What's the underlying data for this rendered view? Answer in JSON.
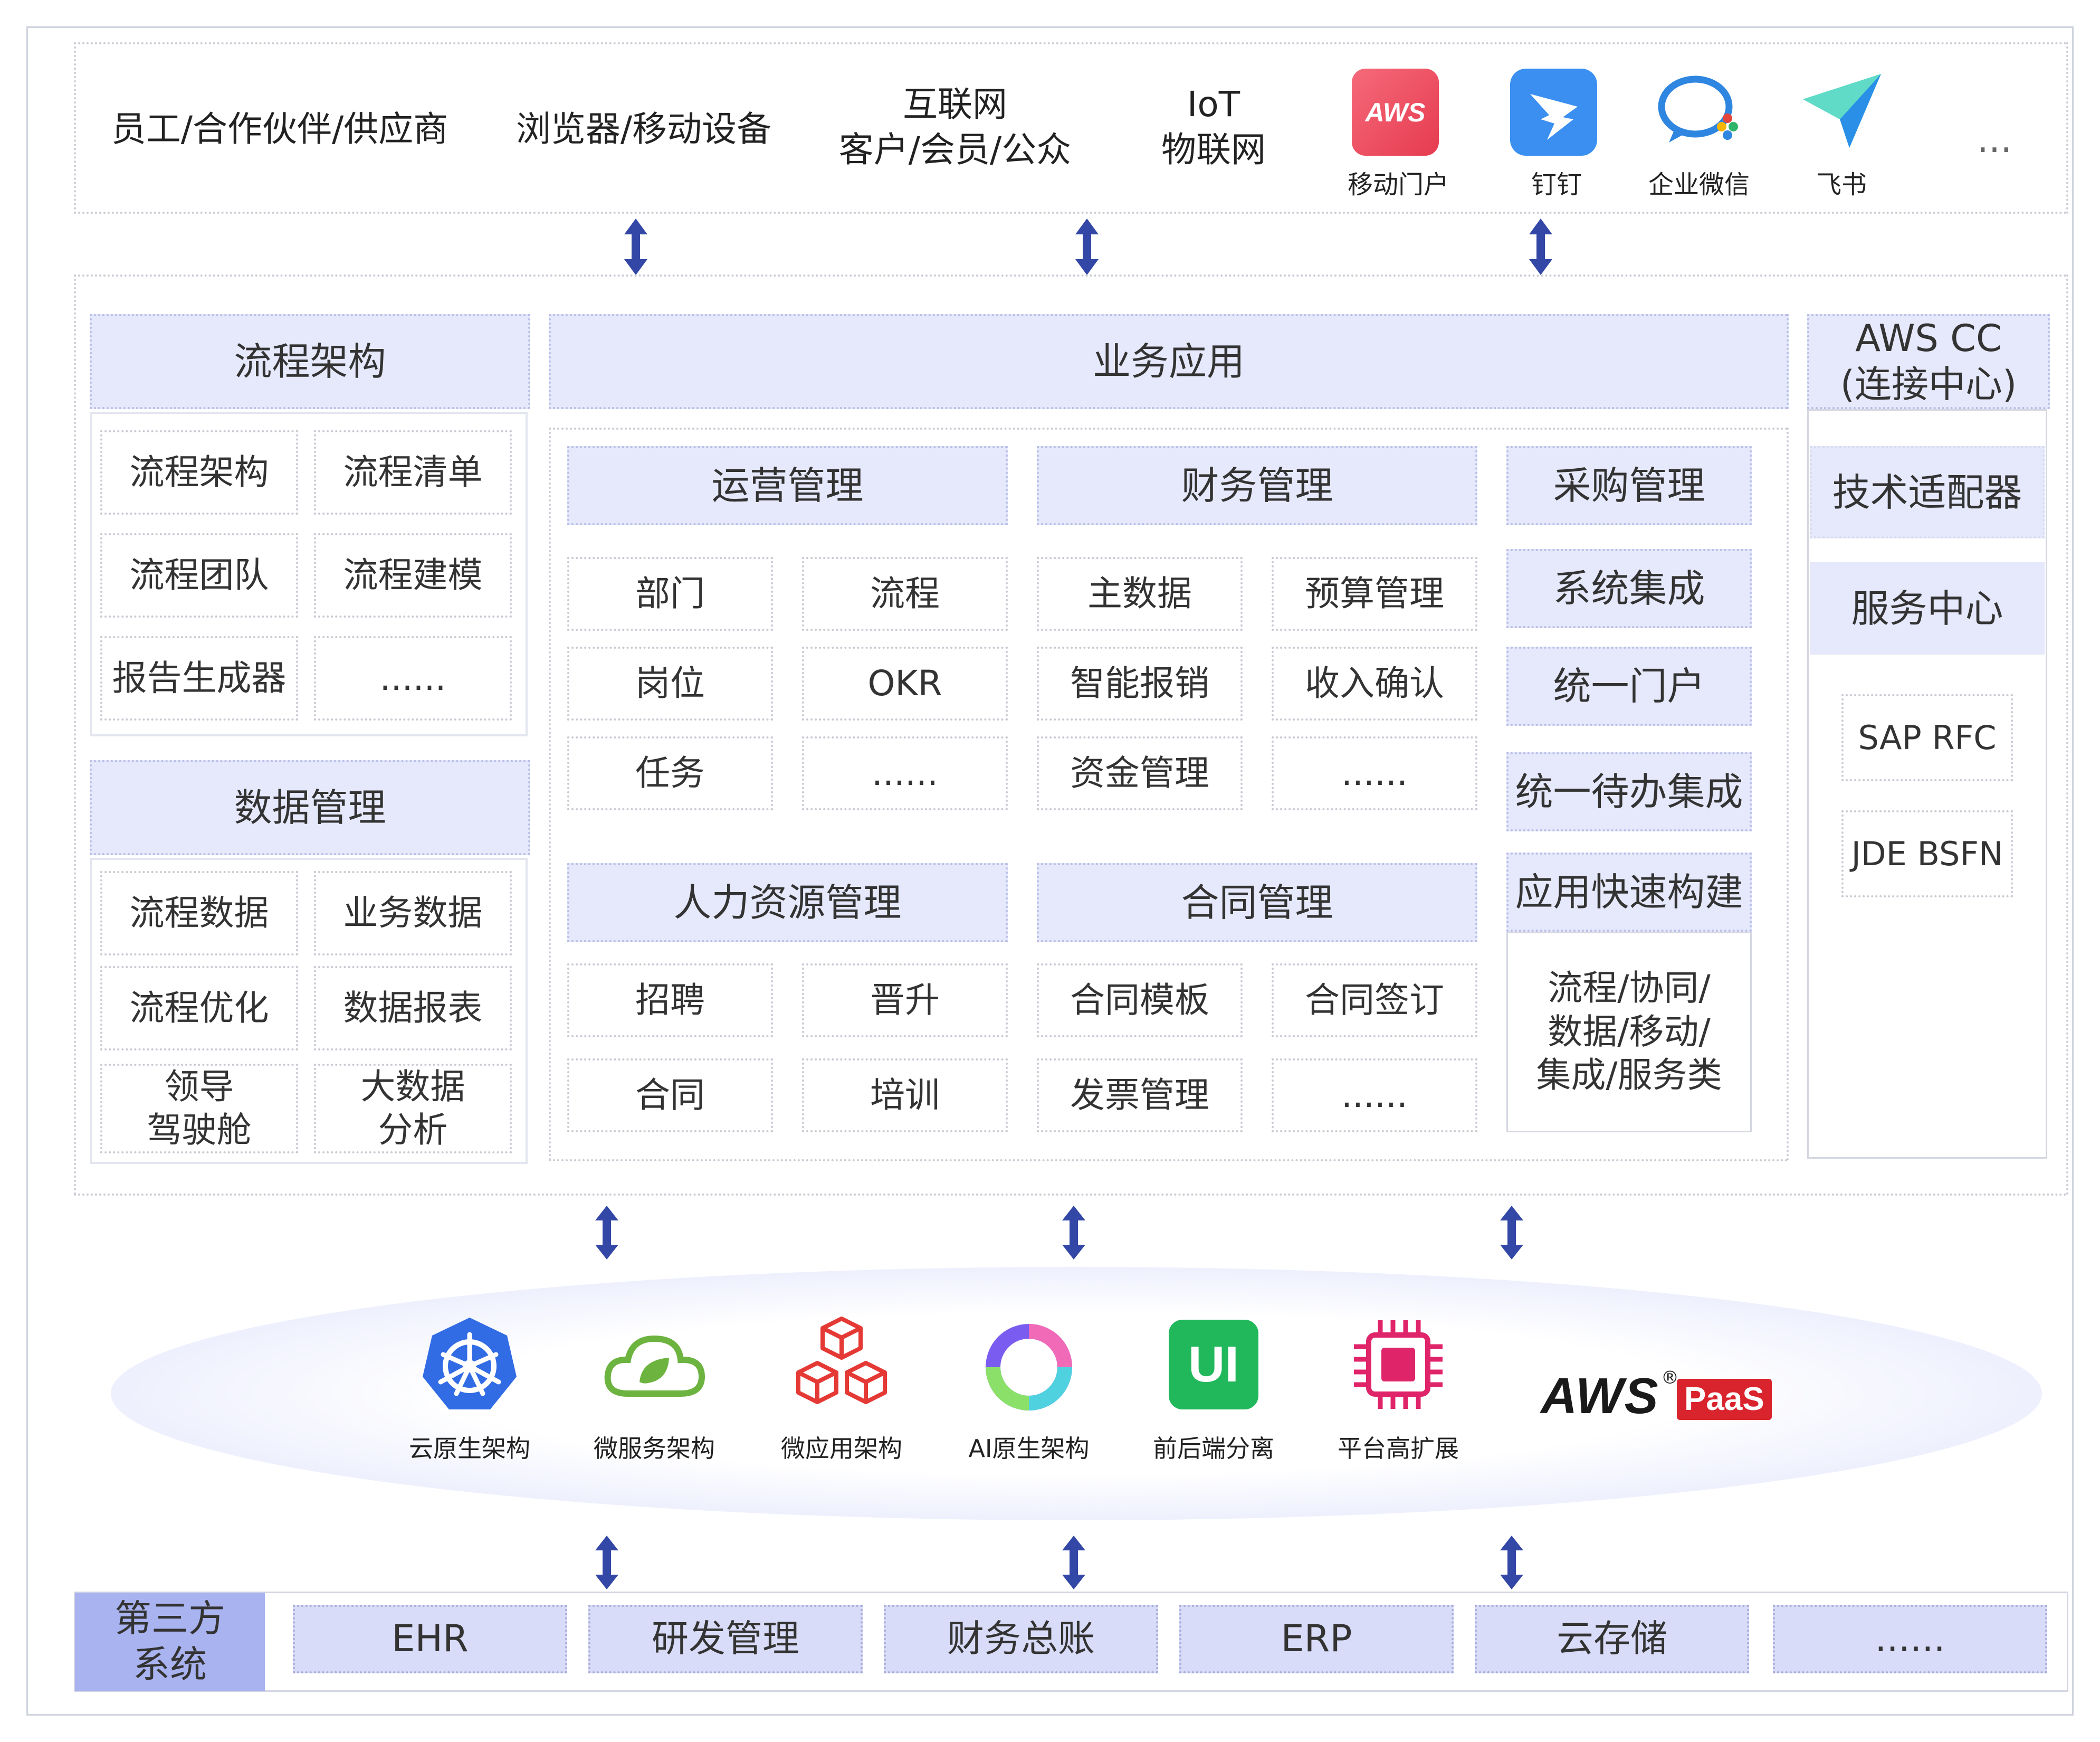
{
  "colors": {
    "header_bg": "#e6e9fb",
    "arrow": "#3347a6",
    "third_party_bg": "#a9b3ef",
    "bottom_cell_bg": "#d9dcf8",
    "paas_red": "#d9232d"
  },
  "access": {
    "items": [
      "员工/合作伙伴/供应商",
      "浏览器/移动设备"
    ],
    "internet": [
      "互联网",
      "客户/会员/公众"
    ],
    "iot": [
      "IoT",
      "物联网"
    ],
    "apps": [
      {
        "icon": "aws-logo-icon",
        "badge": "AWS",
        "label": "移动门户"
      },
      {
        "icon": "dingtalk-icon",
        "label": "钉钉"
      },
      {
        "icon": "wecom-icon",
        "label": "企业微信"
      },
      {
        "icon": "feishu-icon",
        "label": "飞书"
      }
    ],
    "more": "..."
  },
  "process": {
    "title": "流程架构",
    "cells": [
      "流程架构",
      "流程清单",
      "流程团队",
      "流程建模",
      "报告生成器",
      "......"
    ]
  },
  "data_mgmt": {
    "title": "数据管理",
    "cells": [
      "流程数据",
      "业务数据",
      "流程优化",
      "数据报表",
      "领导\n驾驶舱",
      "大数据\n分析"
    ]
  },
  "business": {
    "title": "业务应用",
    "ops": {
      "title": "运营管理",
      "cells": [
        "部门",
        "流程",
        "岗位",
        "OKR",
        "任务",
        "......"
      ]
    },
    "finance": {
      "title": "财务管理",
      "cells": [
        "主数据",
        "预算管理",
        "智能报销",
        "收入确认",
        "资金管理",
        "......"
      ]
    },
    "hr": {
      "title": "人力资源管理",
      "cells": [
        "招聘",
        "晋升",
        "合同",
        "培训"
      ]
    },
    "contract": {
      "title": "合同管理",
      "cells": [
        "合同模板",
        "合同签订",
        "发票管理",
        "......"
      ]
    },
    "right": {
      "items": [
        "采购管理",
        "系统集成",
        "统一门户",
        "统一待办集成"
      ],
      "quick_build": "应用快速构建",
      "quick_desc": "流程/协同/\n数据/移动/\n集成/服务类"
    }
  },
  "awscc": {
    "title": "AWS CC\n(连接中心)",
    "adapter": "技术适配器",
    "service": "服务中心",
    "items": [
      "SAP RFC",
      "JDE BSFN"
    ]
  },
  "platform": {
    "techs": [
      {
        "icon": "kubernetes-icon",
        "label": "云原生架构"
      },
      {
        "icon": "spring-cloud-icon",
        "label": "微服务架构"
      },
      {
        "icon": "cubes-icon",
        "label": "微应用架构"
      },
      {
        "icon": "ai-ring-icon",
        "label": "AI原生架构"
      },
      {
        "icon": "ui-icon",
        "badge": "UI",
        "label": "前后端分离"
      },
      {
        "icon": "chip-icon",
        "label": "平台高扩展"
      }
    ],
    "brand": "AWS",
    "brand_reg": "®",
    "paas": "PaaS"
  },
  "third_party": {
    "label": "第三方\n系统",
    "items": [
      "EHR",
      "研发管理",
      "财务总账",
      "ERP",
      "云存储",
      "......"
    ]
  }
}
